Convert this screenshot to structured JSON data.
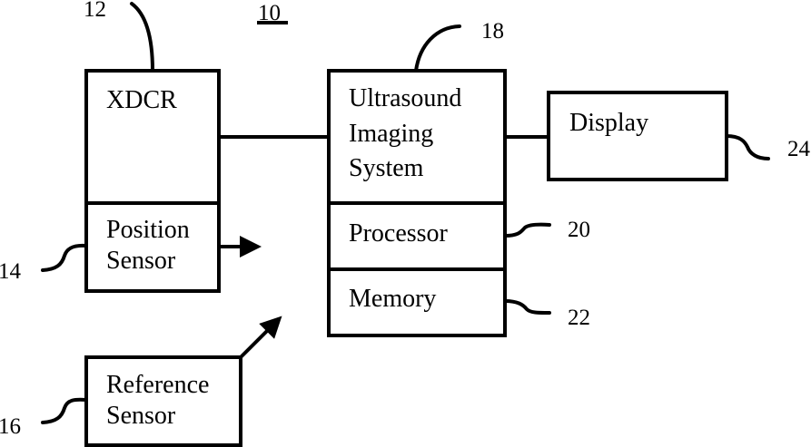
{
  "figure": {
    "figure_ref": "10",
    "blocks": {
      "xdcr": {
        "label": "XDCR",
        "ref": "12"
      },
      "position_sensor": {
        "label_line1": "Position",
        "label_line2": "Sensor",
        "ref": "14"
      },
      "reference_sensor": {
        "label_line1": "Reference",
        "label_line2": "Sensor",
        "ref": "16"
      },
      "ultrasound_system": {
        "label_line1": "Ultrasound",
        "label_line2": "Imaging",
        "label_line3": "System",
        "ref": "18"
      },
      "processor": {
        "label": "Processor",
        "ref": "20"
      },
      "memory": {
        "label": "Memory",
        "ref": "22"
      },
      "display": {
        "label": "Display",
        "ref": "24"
      }
    }
  }
}
